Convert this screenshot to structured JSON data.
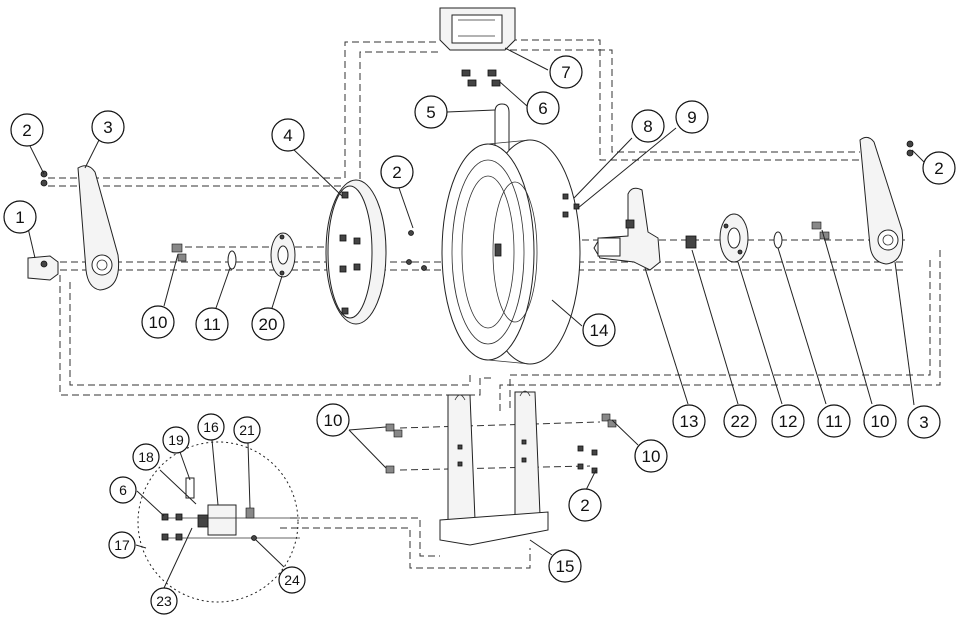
{
  "callouts": [
    {
      "id": "c2a",
      "label": "2"
    },
    {
      "id": "c3a",
      "label": "3"
    },
    {
      "id": "c1",
      "label": "1"
    },
    {
      "id": "c4",
      "label": "4"
    },
    {
      "id": "c10a",
      "label": "10"
    },
    {
      "id": "c11a",
      "label": "11"
    },
    {
      "id": "c20",
      "label": "20"
    },
    {
      "id": "c2b",
      "label": "2"
    },
    {
      "id": "c5",
      "label": "5"
    },
    {
      "id": "c6a",
      "label": "6"
    },
    {
      "id": "c7",
      "label": "7"
    },
    {
      "id": "c8",
      "label": "8"
    },
    {
      "id": "c9",
      "label": "9"
    },
    {
      "id": "c14",
      "label": "14"
    },
    {
      "id": "c2c",
      "label": "2"
    },
    {
      "id": "c13",
      "label": "13"
    },
    {
      "id": "c22",
      "label": "22"
    },
    {
      "id": "c12",
      "label": "12"
    },
    {
      "id": "c11b",
      "label": "11"
    },
    {
      "id": "c10b",
      "label": "10"
    },
    {
      "id": "c3b",
      "label": "3"
    },
    {
      "id": "c10c",
      "label": "10"
    },
    {
      "id": "c10d",
      "label": "10"
    },
    {
      "id": "c2d",
      "label": "2"
    },
    {
      "id": "c15",
      "label": "15"
    },
    {
      "id": "c19",
      "label": "19"
    },
    {
      "id": "c16",
      "label": "16"
    },
    {
      "id": "c21",
      "label": "21"
    },
    {
      "id": "c18",
      "label": "18"
    },
    {
      "id": "c6b",
      "label": "6"
    },
    {
      "id": "c17",
      "label": "17"
    },
    {
      "id": "c23",
      "label": "23"
    },
    {
      "id": "c24",
      "label": "24"
    }
  ]
}
